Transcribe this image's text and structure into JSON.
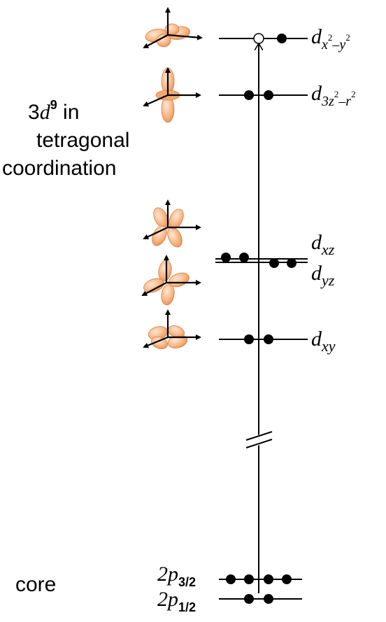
{
  "title_block": {
    "config_prefix": "3",
    "config_d": "d",
    "config_sup": "9",
    "config_in": " in",
    "line2": "tetragonal",
    "line3": "coordination"
  },
  "core_label": "core",
  "levels": {
    "dx2y2": {
      "main": "d",
      "sub_a": "x",
      "sup_a": "2",
      "sub_b": "–y",
      "sup_b": "2"
    },
    "d3z2r2": {
      "main": "d",
      "sub_a": "3z",
      "sup_a": "2",
      "sub_b": "–r",
      "sup_b": "2"
    },
    "dxz": {
      "main": "d",
      "sub": "xz"
    },
    "dyz": {
      "main": "d",
      "sub": "yz"
    },
    "dxy": {
      "main": "d",
      "sub": "xy"
    },
    "p32": {
      "main": "2p",
      "sub": "3/2"
    },
    "p12": {
      "main": "2p",
      "sub": "1/2"
    }
  },
  "icons": [
    "dx2y2-orbital-icon",
    "d3z2r2-orbital-icon",
    "dxz-orbital-icon",
    "dyz-orbital-icon",
    "dxy-orbital-icon"
  ],
  "colors": {
    "orbital_fill": "#f6b98a",
    "orbital_edge": "#d9813f",
    "line": "#000000",
    "electron": "#000000",
    "hole": "#ffffff"
  }
}
